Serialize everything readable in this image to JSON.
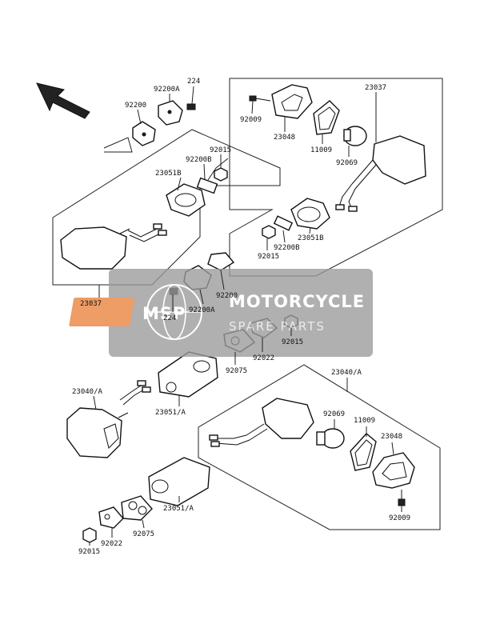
{
  "labels": {
    "l224_top": "224",
    "l92200A_top": "92200A",
    "l92200_top": "92200",
    "l23037_top": "23037",
    "l92009_top": "92009",
    "l23048_top": "23048",
    "l11009_top": "11009",
    "l92069_top": "92069",
    "l92015_a": "92015",
    "l23051B_a": "23051B",
    "l92200B_a": "92200B",
    "l23051B_b": "23051B",
    "l92200B_b": "92200B",
    "l92015_b": "92015",
    "l23037_left": "23037",
    "l92200_mid": "92200",
    "l224_mid": "224",
    "l92200A_mid": "92200A",
    "l92015_mid": "92015",
    "l92022_mid": "92022",
    "l92075_mid": "92075",
    "l23040A_left": "23040/A",
    "l23051A_mid": "23051/A",
    "l23040A_right": "23040/A",
    "l92069_bot": "92069",
    "l11009_bot": "11009",
    "l23048_bot": "23048",
    "l92009_bot": "92009",
    "l23051A_bot": "23051/A",
    "l92075_bot": "92075",
    "l92022_bot": "92022",
    "l92015_bot": "92015"
  },
  "watermark": {
    "logo": "MSP",
    "title": "MOTORCYCLE",
    "subtitle": "SPARE PARTS",
    "bg_color": "#9a9a9a",
    "accent_color": "#e8823a"
  }
}
